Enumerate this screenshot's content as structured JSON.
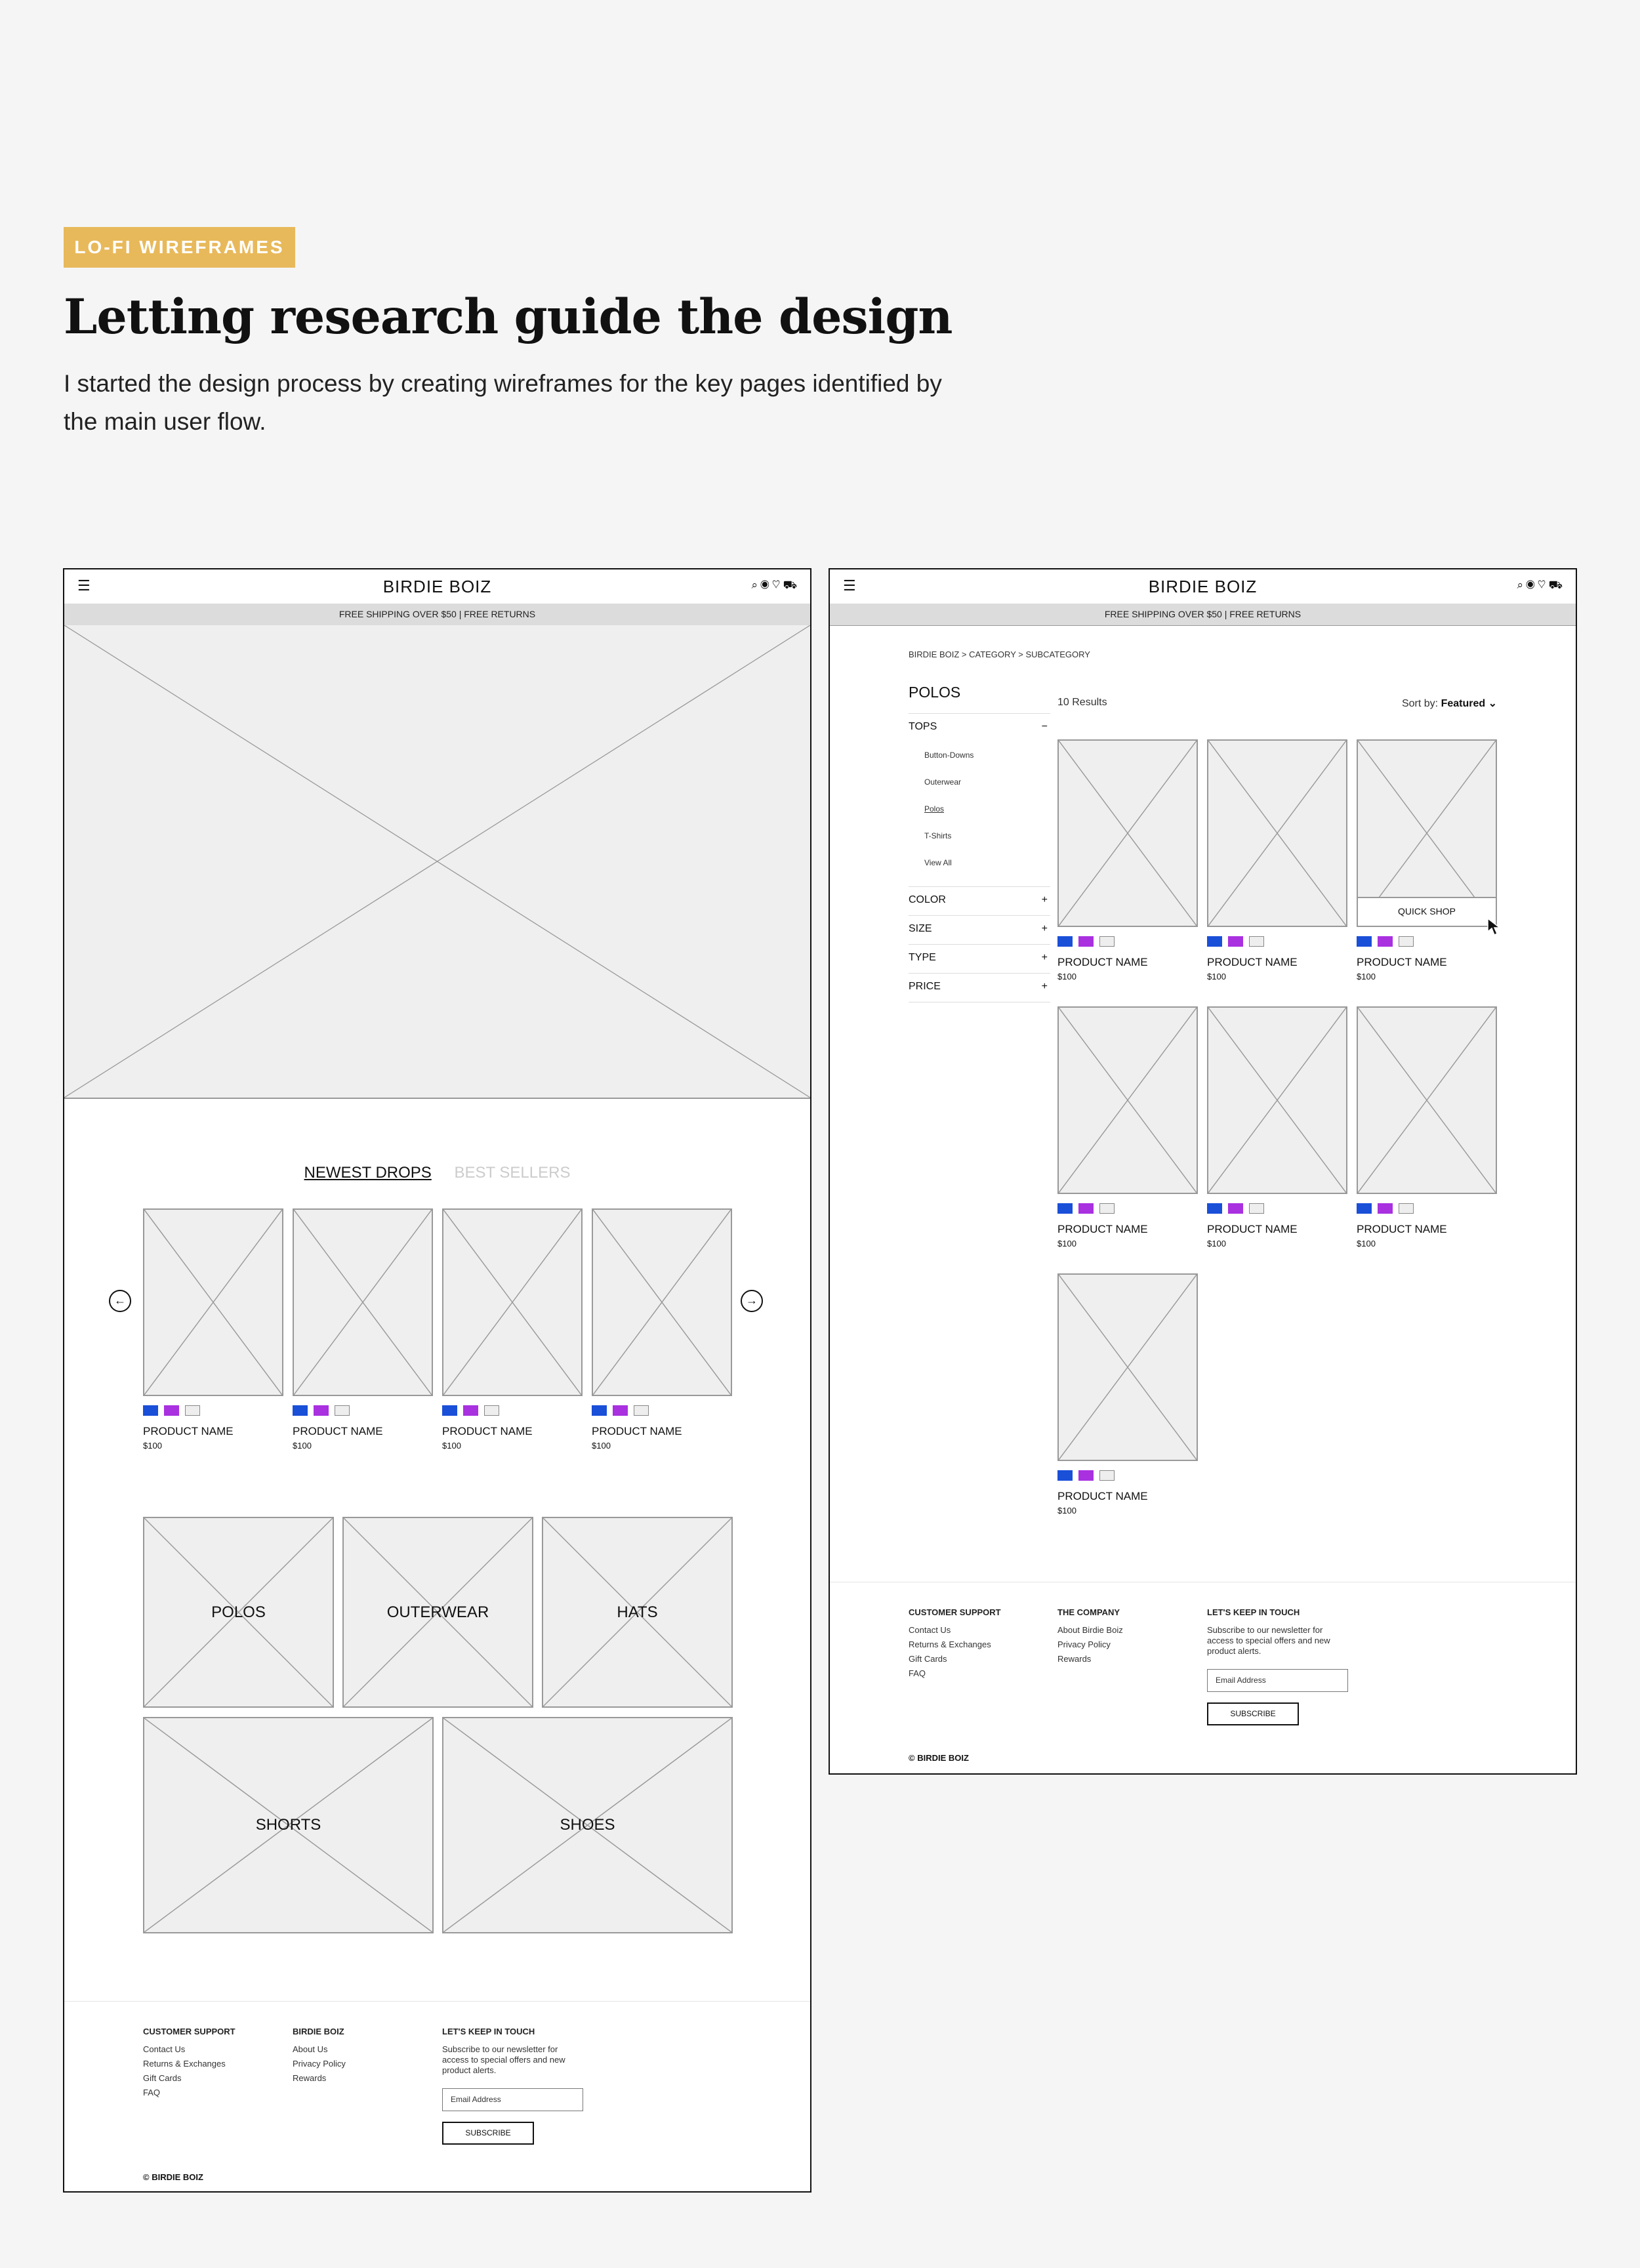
{
  "header": {
    "tag": "LO-FI WIREFRAMES",
    "title": "Letting research guide the design",
    "intro": "I started the design process by creating wireframes for the key pages identified by the main user flow."
  },
  "nav": {
    "brand": "BIRDIE BOIZ",
    "menu_icon": "menu-icon",
    "icons": [
      "search-icon",
      "account-icon",
      "heart-icon",
      "cart-icon"
    ],
    "shipping": "FREE SHIPPING OVER $50 | FREE RETURNS"
  },
  "home": {
    "tabs": [
      "NEWEST DROPS",
      "BEST SELLERS"
    ],
    "products": [
      {
        "name": "PRODUCT NAME",
        "price": "$100"
      },
      {
        "name": "PRODUCT NAME",
        "price": "$100"
      },
      {
        "name": "PRODUCT NAME",
        "price": "$100"
      },
      {
        "name": "PRODUCT NAME",
        "price": "$100"
      }
    ],
    "categories": [
      "POLOS",
      "OUTERWEAR",
      "HATS",
      "SHORTS",
      "SHOES"
    ]
  },
  "footer_home": {
    "col1_title": "CUSTOMER SUPPORT",
    "col1_links": [
      "Contact Us",
      "Returns & Exchanges",
      "Gift Cards",
      "FAQ"
    ],
    "col2_title": "BIRDIE BOIZ",
    "col2_links": [
      "About Us",
      "Privacy Policy",
      "Rewards"
    ],
    "col3_title": "LET'S KEEP IN TOUCH",
    "col3_text": "Subscribe to our newsletter for access to special offers and new product alerts.",
    "email_placeholder": "Email Address",
    "subscribe": "SUBSCRIBE",
    "copyright": "© BIRDIE BOIZ"
  },
  "plp": {
    "breadcrumb": "BIRDIE BOIZ > CATEGORY > SUBCATEGORY",
    "title": "POLOS",
    "filters": {
      "tops": "TOPS",
      "tops_sign": "−",
      "sub_items": [
        "Button-Downs",
        "Outerwear",
        "Polos",
        "T-Shirts",
        "View All"
      ],
      "others": [
        {
          "label": "COLOR",
          "sign": "+"
        },
        {
          "label": "SIZE",
          "sign": "+"
        },
        {
          "label": "TYPE",
          "sign": "+"
        },
        {
          "label": "PRICE",
          "sign": "+"
        }
      ]
    },
    "results": "10 Results",
    "sort_label": "Sort by:",
    "sort_value": "Featured ⌄",
    "quick_shop": "QUICK SHOP",
    "products": [
      {
        "name": "PRODUCT NAME",
        "price": "$100"
      },
      {
        "name": "PRODUCT NAME",
        "price": "$100"
      },
      {
        "name": "PRODUCT NAME",
        "price": "$100"
      },
      {
        "name": "PRODUCT NAME",
        "price": "$100"
      },
      {
        "name": "PRODUCT NAME",
        "price": "$100"
      },
      {
        "name": "PRODUCT NAME",
        "price": "$100"
      },
      {
        "name": "PRODUCT NAME",
        "price": "$100"
      }
    ]
  },
  "footer_plp": {
    "col1_title": "CUSTOMER SUPPORT",
    "col1_links": [
      "Contact Us",
      "Returns & Exchanges",
      "Gift Cards",
      "FAQ"
    ],
    "col2_title": "THE COMPANY",
    "col2_links": [
      "About Birdie Boiz",
      "Privacy Policy",
      "Rewards"
    ],
    "col3_title": "LET'S KEEP IN TOUCH",
    "col3_text": "Subscribe to our newsletter for access to special offers and new product alerts.",
    "email_placeholder": "Email Address",
    "subscribe": "SUBSCRIBE",
    "copyright": "© BIRDIE BOIZ"
  },
  "colors": {
    "accent": "#e8b95b",
    "swatch_blue": "#1a4fd8",
    "swatch_purple": "#a931e0"
  }
}
